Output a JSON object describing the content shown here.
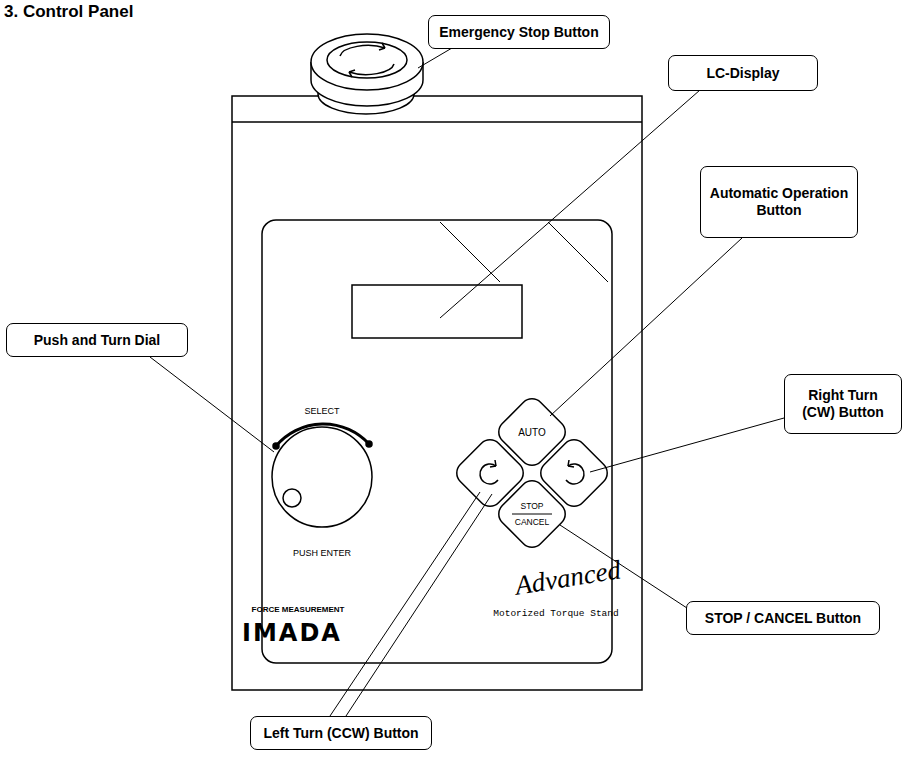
{
  "diagram": {
    "title": "3. Control Panel",
    "nodes": [
      {
        "text": [
          "Emergency Stop Button"
        ]
      },
      {
        "text": [
          "LC-Display"
        ]
      },
      {
        "text": [
          "Automatic Operation Button"
        ]
      },
      {
        "text": [
          "Push and Turn Dial"
        ]
      },
      {
        "text": [
          "Right Turn (CW) Button"
        ]
      },
      {
        "text": [
          "STOP / CANCEL Button"
        ]
      },
      {
        "text": [
          "Left Turn (CCW) Button"
        ]
      }
    ],
    "labels": [
      "SELECT",
      "PUSH ENTER",
      "AUTO",
      "STOP",
      "CANCEL",
      "FORCE MEASUREMENT",
      "IMADA",
      "Advanced",
      "Motorized Torque Stand"
    ]
  }
}
